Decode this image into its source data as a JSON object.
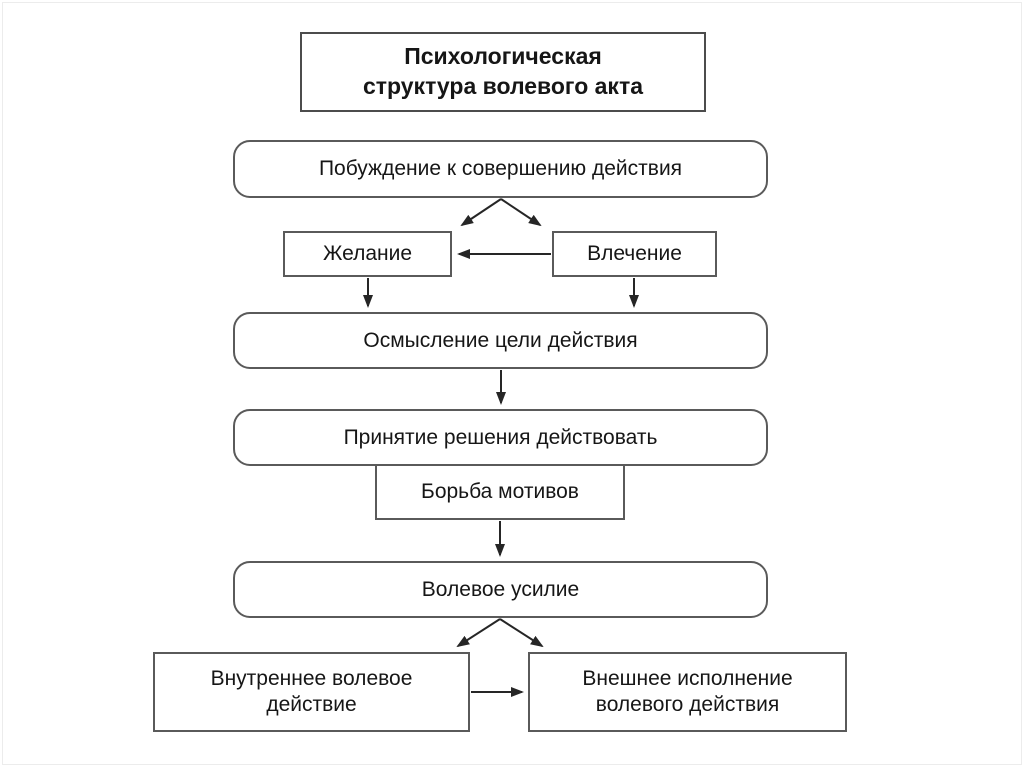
{
  "diagram": {
    "title_lines": [
      "Психологическая",
      "структура волевого акта"
    ],
    "nodes": {
      "impulse": "Побуждение к совершению действия",
      "desire": "Желание",
      "drive": "Влечение",
      "goal": "Осмысление цели действия",
      "decision": "Принятие решения действовать",
      "struggle": "Борьба мотивов",
      "effort": "Волевое усилие",
      "internal_lines": [
        "Внутреннее волевое",
        "действие"
      ],
      "external_lines": [
        "Внешнее исполнение",
        "волевого действия"
      ]
    },
    "colors": {
      "background": "#ffffff",
      "box_border": "#5a5a5a",
      "title_border": "#4c4c4c",
      "arrow": "#262626",
      "text": "#161616",
      "outer_frame": "#ececec"
    }
  }
}
